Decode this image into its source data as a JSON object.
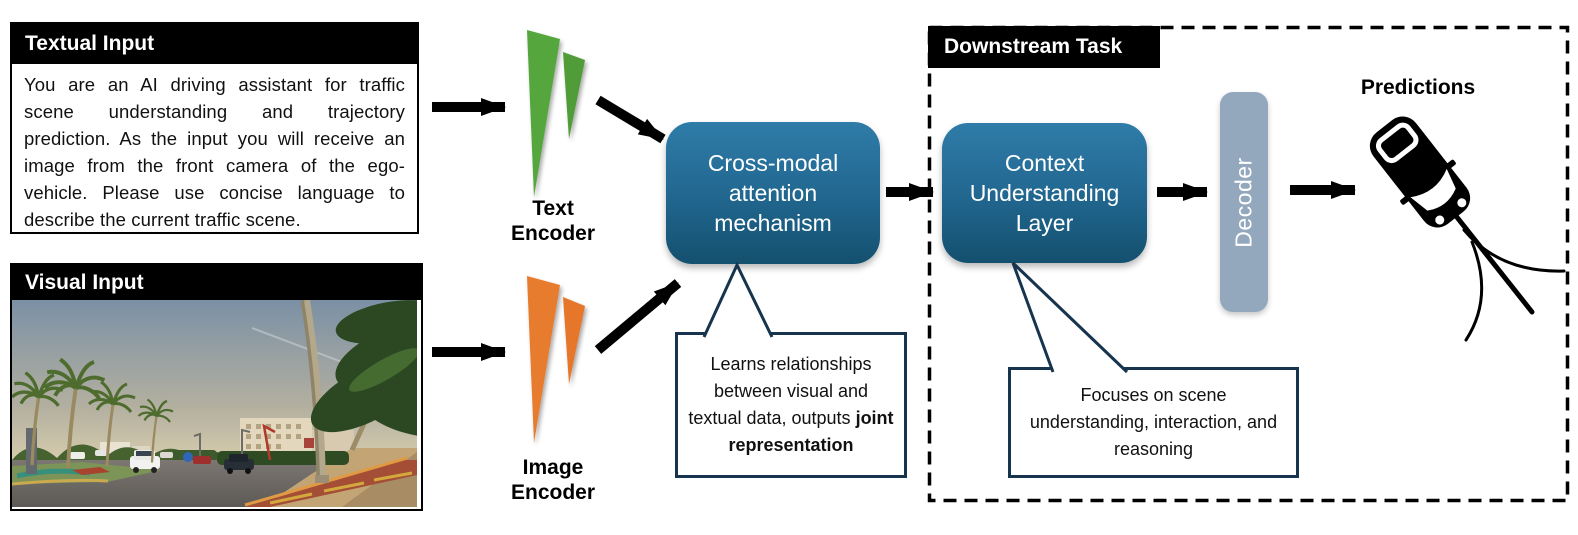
{
  "textual_input": {
    "header": "Textual Input",
    "body": "You are an AI driving assistant for traffic scene understanding and trajectory prediction. As the input you will receive an image from the front camera of the ego-vehicle. Please use concise language to describe the current traffic scene."
  },
  "visual_input": {
    "header": "Visual Input"
  },
  "encoders": {
    "text_label": "Text Encoder",
    "image_label": "Image Encoder"
  },
  "fusion": {
    "label": "Cross-modal attention mechanism",
    "note_regular": "Learns relationships between visual and textual data, outputs",
    "note_bold": "joint representation"
  },
  "downstream": {
    "header": "Downstream Task",
    "context_label": "Context Understanding Layer",
    "context_note": "Focuses on scene understanding, interaction, and reasoning",
    "decoder_label": "Decoder",
    "predictions_label": "Predictions"
  },
  "icons": {
    "text_encoder_glyph": "green-wedge-pair-icon",
    "image_encoder_glyph": "orange-wedge-pair-icon",
    "predictions_glyph": "car-top-view-with-trajectories-icon"
  },
  "colors": {
    "teal_gradient_top": "#2f7ca8",
    "teal_gradient_bottom": "#14506f",
    "decoder_fill": "#93a8bd",
    "text_encoder_green": "#55a63c",
    "image_encoder_orange": "#e87c2f",
    "callout_border": "#16344d",
    "header_bg": "#000000",
    "arrow": "#000000"
  }
}
